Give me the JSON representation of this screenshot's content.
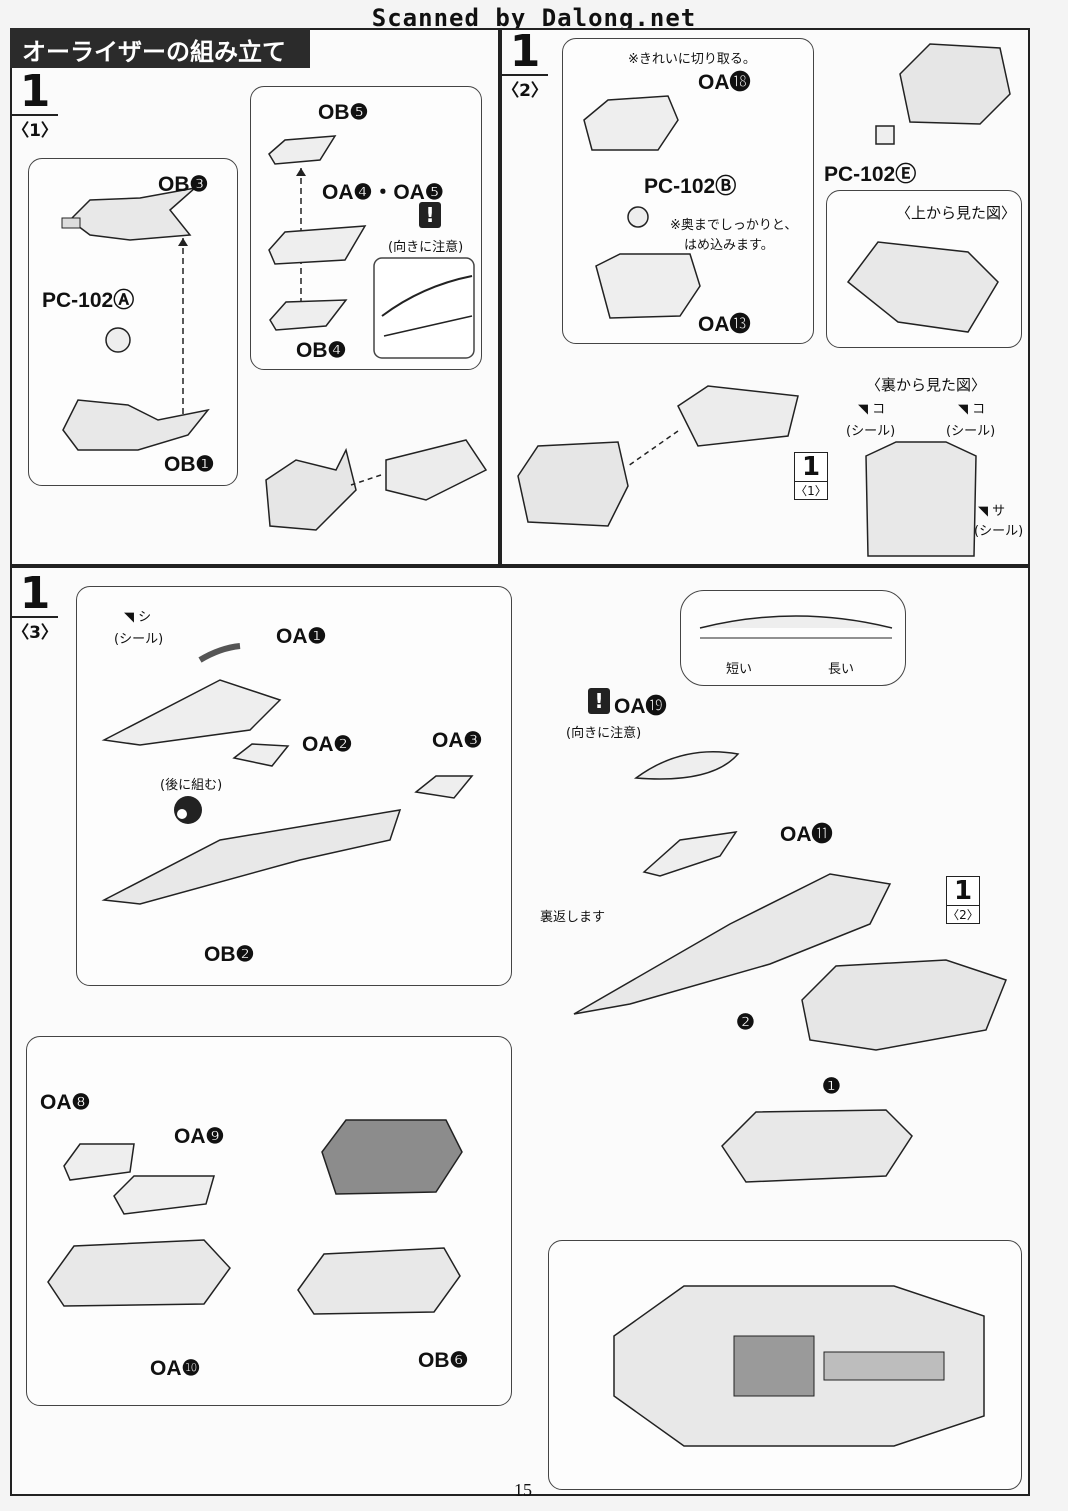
{
  "scan_header": "Scanned by Dalong.net",
  "section_title": "オーライザーの組み立て",
  "page_number": "15",
  "steps": {
    "s1": {
      "num": "1",
      "sub": "〈1〉"
    },
    "s2": {
      "num": "1",
      "sub": "〈2〉"
    },
    "s3": {
      "num": "1",
      "sub": "〈3〉"
    },
    "ref_a": {
      "num": "1",
      "sub": "〈1〉"
    },
    "ref_b": {
      "num": "1",
      "sub": "〈2〉"
    }
  },
  "step1": {
    "ob3": "OB❸",
    "pc102a": "PC-102Ⓐ",
    "ob1": "OB❶",
    "ob5": "OB❺",
    "oa45": "OA❹・OA❺",
    "caution": "(向きに注意)",
    "ob4": "OB❹"
  },
  "step2": {
    "cut_note": "※きれいに切り取る。",
    "oa18": "OA⓲",
    "pc102b": "PC-102Ⓑ",
    "fit_note_1": "※奥までしっかりと、",
    "fit_note_2": "はめ込みます。",
    "oa13": "OA⓭",
    "pc102e": "PC-102Ⓔ",
    "top_view": "〈上から見た図〉",
    "back_view": "〈裏から見た図〉",
    "seal_ko_1": "コ",
    "seal_label": "(シール)",
    "seal_ko_2": "コ",
    "seal_sa": "サ"
  },
  "step3": {
    "seal_shi": "シ",
    "seal_label": "(シール)",
    "oa1": "OA❶",
    "oa2": "OA❷",
    "oa3": "OA❸",
    "later": "(後に組む)",
    "ob2": "OB❷",
    "flip": "裏返します",
    "oa19": "OA⓳",
    "caution": "(向きに注意)",
    "short": "短い",
    "long": "長い",
    "oa11": "OA⓫",
    "order2": "❷",
    "order1": "❶",
    "oa8": "OA❽",
    "oa9": "OA❾",
    "oa10": "OA❿",
    "ob6": "OB❻"
  }
}
